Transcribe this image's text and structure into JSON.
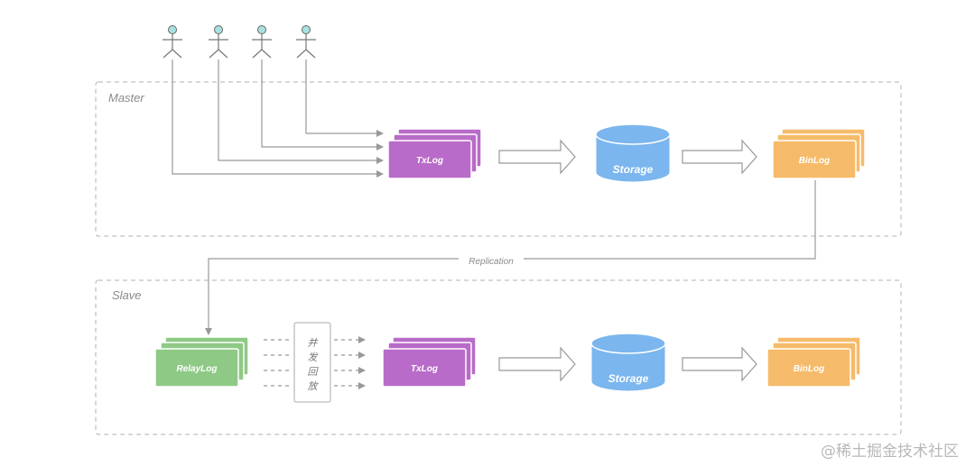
{
  "regions": {
    "master": "Master",
    "slave": "Slave"
  },
  "master": {
    "txlog": "TxLog",
    "storage": "Storage",
    "binlog": "BinLog"
  },
  "replication_label": "Replication",
  "slave": {
    "relaylog": "RelayLog",
    "parallel_replay": [
      "并",
      "发",
      "回",
      "放"
    ],
    "txlog": "TxLog",
    "storage": "Storage",
    "binlog": "BinLog"
  },
  "colors": {
    "txlog": "#b86bc8",
    "storage": "#7bb6ee",
    "binlog": "#f6bb6a",
    "relaylog": "#8fc986",
    "user_head": "#a8e0e2",
    "line": "#999999"
  },
  "users": {
    "icon": "stick-figure-icon",
    "count": 4
  },
  "watermark": "@稀土掘金技术社区"
}
